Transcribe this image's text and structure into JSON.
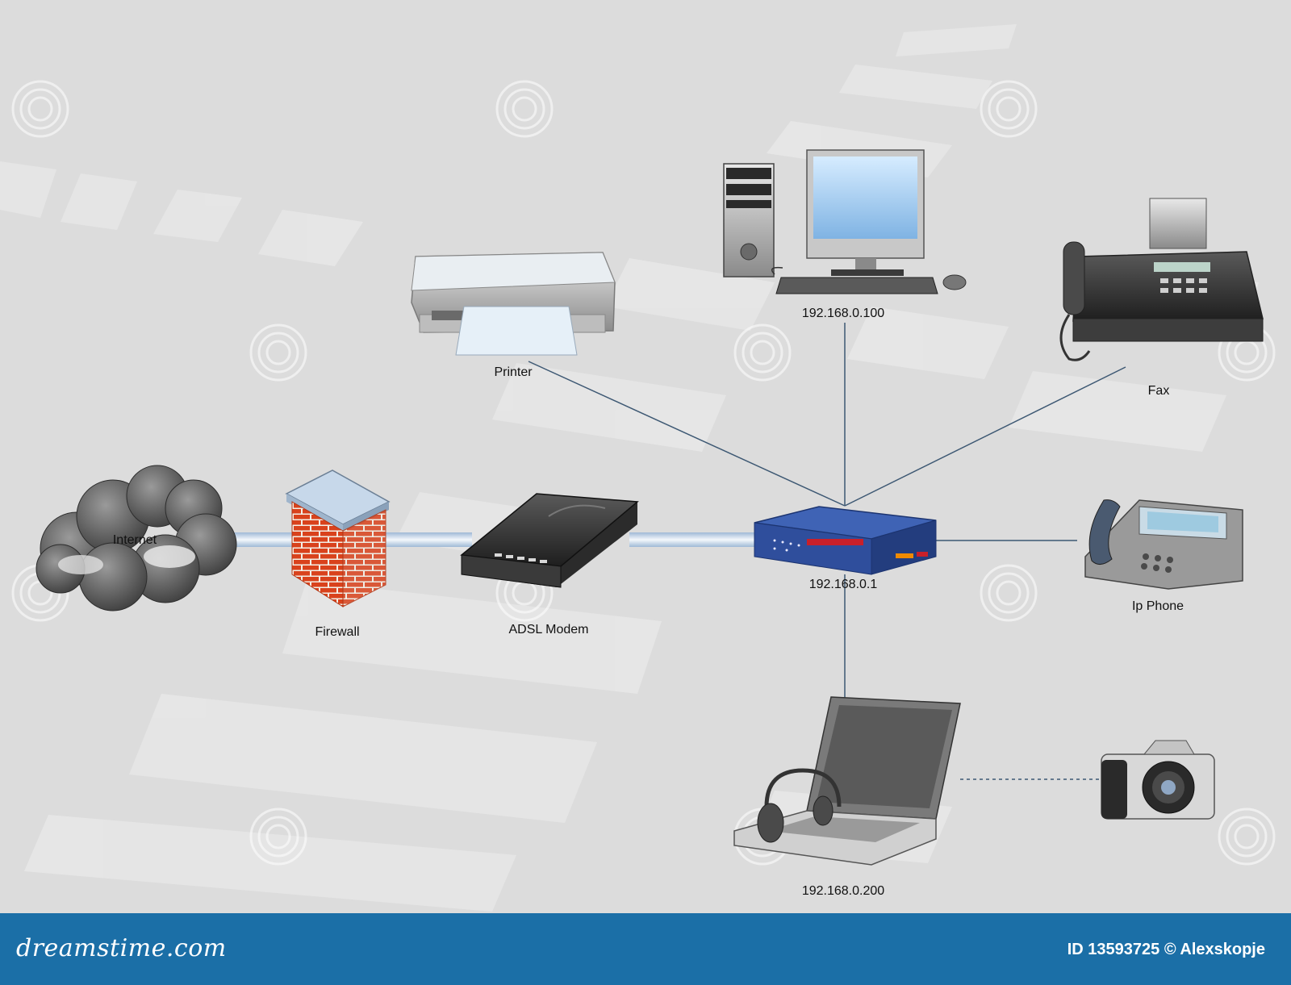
{
  "nodes": {
    "internet": "Internet",
    "firewall": "Firewall",
    "modem": "ADSL Modem",
    "router": "192.168.0.1",
    "printer": "Printer",
    "pc": "192.168.0.100",
    "fax": "Fax",
    "ip_phone": "Ip Phone",
    "laptop": "192.168.0.200"
  },
  "footer": {
    "site": "dreamstime.com",
    "id_text": "ID 13593725 © Alexskopje"
  },
  "colors": {
    "background": "#dcdcdc",
    "footer": "#1b6fa7",
    "router": "#2f4e9c",
    "link_line": "#3d5873",
    "brick": "#d9421c"
  }
}
